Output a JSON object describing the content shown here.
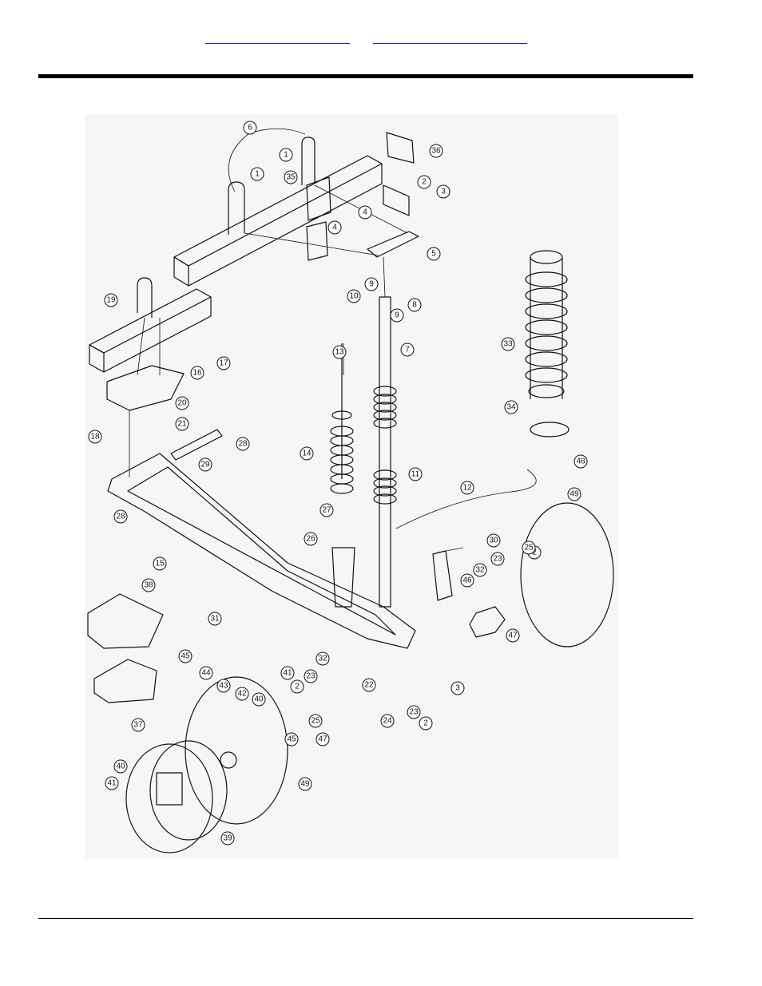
{
  "header": {
    "links": [
      "",
      ""
    ]
  },
  "diagram": {
    "callouts": [
      "1",
      "1",
      "2",
      "2",
      "2",
      "2",
      "3",
      "3",
      "4",
      "4",
      "5",
      "6",
      "7",
      "8",
      "9",
      "9",
      "10",
      "11",
      "12",
      "13",
      "14",
      "15",
      "16",
      "17",
      "18",
      "19",
      "20",
      "21",
      "22",
      "23",
      "23",
      "23",
      "24",
      "25",
      "25",
      "26",
      "27",
      "28",
      "28",
      "29",
      "30",
      "31",
      "32",
      "32",
      "33",
      "34",
      "35",
      "36",
      "37",
      "38",
      "39",
      "40",
      "40",
      "41",
      "41",
      "42",
      "43",
      "44",
      "45",
      "45",
      "46",
      "47",
      "47",
      "48",
      "49",
      "49"
    ]
  }
}
